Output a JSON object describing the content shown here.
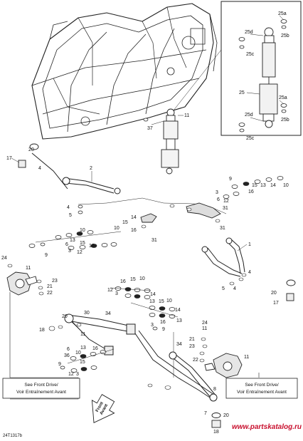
{
  "notes": {
    "left_line1": "See Front Drive/",
    "left_line2": "Voir Entraînement Avant",
    "right_line1": "See Front Drive/",
    "right_line2": "Voir Entraînement Avant"
  },
  "front_arrow": {
    "line1": "Front",
    "line2": "Avant"
  },
  "ref_code": "24T1317b",
  "watermark": "www.partskatalog.ru",
  "brand_color": "#c8102e",
  "callouts": {
    "c25a_1": "25a",
    "c25b_1": "25b",
    "c25d_1": "25d",
    "c25c_1": "25c",
    "c25": "25",
    "c25a_2": "25a",
    "c25d_2": "25d",
    "c25b_2": "25b",
    "c25c_2": "25c",
    "c11_top": "11",
    "c37": "37",
    "c20_tl": "20",
    "c17_tl": "17",
    "c4_tl": "4",
    "c2": "2",
    "c4_b": "4",
    "c5_b": "5",
    "c9_upr": "9",
    "c16_upr": "16",
    "c15_upr": "15",
    "c13_upr": "13",
    "c14_upr": "14",
    "c10_upr": "10",
    "c3_r": "3",
    "c6_r": "6",
    "c12_r": "12",
    "c31_r1": "31",
    "c31_r2": "31",
    "c14_mid": "14",
    "c15_mid": "15",
    "c10_mid": "10",
    "c16_mid": "16",
    "c31_mid": "31",
    "c9_ml": "9",
    "c10_ml": "10",
    "c6_ml": "6",
    "c13_ml": "13",
    "c15_ml": "15",
    "c16_ml": "16",
    "c3_ml": "3",
    "c12_ml": "12",
    "c24_l": "24",
    "c11_l": "11",
    "c23_l": "23",
    "c21_l": "21",
    "c22_l": "22",
    "c1": "1",
    "c4_r": "4",
    "c5_r": "5",
    "c4_r2": "4",
    "c20_r": "20",
    "c17_r": "17",
    "c12_c": "12",
    "c16_c": "16",
    "c15_c": "15",
    "c3_c": "3",
    "c10_c": "10",
    "c14_c": "14",
    "c13_c": "13",
    "c15_c2": "15",
    "c10_c2": "10",
    "c14_c2": "14",
    "c16_c2": "16",
    "c3_c2": "3",
    "c9_c": "9",
    "c13_c2": "13",
    "c30": "30",
    "c34_a": "34",
    "c20_ll": "20",
    "c18_ll": "18",
    "c11_ll": "11",
    "c6_bl": "6",
    "c13_bl": "13",
    "c10_bl": "10",
    "c16_bl": "16",
    "c36": "36",
    "c15_bl": "15",
    "c9_bl": "9",
    "c12_bl": "12",
    "c3_bl": "3",
    "c34_b": "34",
    "c24_br": "24",
    "c11_br": "11",
    "c21_br": "21",
    "c23_br": "23",
    "c22_br": "22",
    "c7": "7",
    "c20_b": "20",
    "c18_b": "18",
    "c8": "8"
  }
}
